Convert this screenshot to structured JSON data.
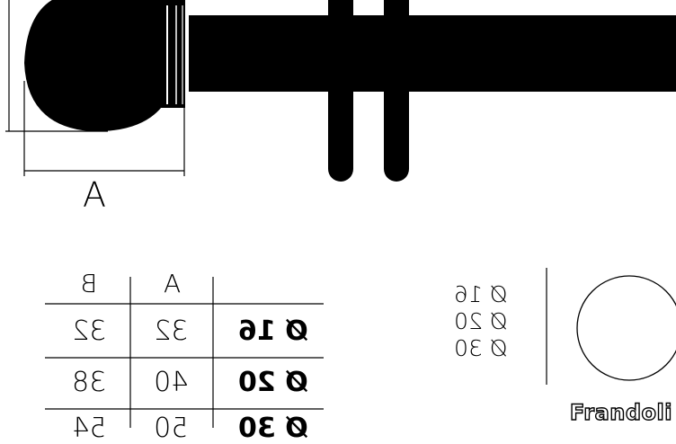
{
  "drawing": {
    "dimension_label": "A",
    "colors": {
      "ink": "#000000",
      "paper": "#ffffff"
    }
  },
  "table": {
    "headers": [
      "B",
      "A",
      ""
    ],
    "rows": [
      {
        "diameter": "Ø 16",
        "a": "32",
        "b": "32"
      },
      {
        "diameter": "Ø 20",
        "a": "40",
        "b": "38"
      },
      {
        "diameter": "Ø 30",
        "a": "50",
        "b": "54"
      }
    ]
  },
  "diameters": [
    "Ø 16",
    "Ø 20",
    "Ø 30"
  ],
  "brand": "Frandoli"
}
